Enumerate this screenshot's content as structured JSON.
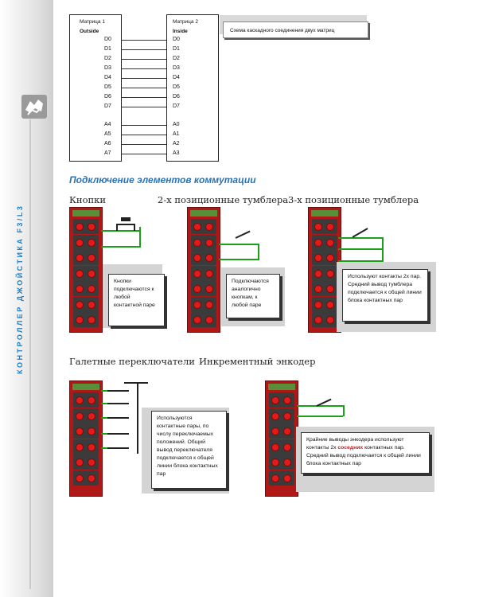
{
  "sidebar": {
    "title": "КОНТРОЛЛЕР ДЖОЙСТИКА F3/L3"
  },
  "matrix1": {
    "title": "Матрица 1",
    "subtitle": "Outside",
    "rows": [
      "D0",
      "D1",
      "D2",
      "D3",
      "D4",
      "D5",
      "D6",
      "D7",
      "A4",
      "A5",
      "A6",
      "A7"
    ]
  },
  "matrix2": {
    "title": "Матрица 2",
    "subtitle": "Inside",
    "rows": [
      "D0",
      "D1",
      "D2",
      "D3",
      "D4",
      "D5",
      "D6",
      "D7",
      "A0",
      "A1",
      "A2",
      "A3"
    ]
  },
  "caption": "Схема каскадного соединения двух матриц",
  "section_title": "Подключение элементов коммутации",
  "headings": {
    "buttons": "Кнопки",
    "toggle2": "2-х позиционные тумблера",
    "toggle3": "3-х позиционные тумблера",
    "rotary": "Галетные переключатели",
    "encoder": "Инкрементный энкодер"
  },
  "notes": {
    "buttons": "Кнопки подключаются к любой контактной паре",
    "toggle2": "Подключаются аналогично кнопкам, к любой паре",
    "toggle3": "Используют контакты 2х пар. Средний вывод тумблера подключается к общей линии блока контактных пар",
    "rotary": "Используются контактные пары, по числу переключаемых положений. Общий вывод переключателя подключается к общей линии блока контактных пар",
    "encoder_pre": "Крайние выводы энкодера используют контакты 2х ",
    "encoder_hl": "соседних",
    "encoder_post": " контактных пар. Средний вывод подключается к общей линии блока контактных пар"
  },
  "colors": {
    "accent_blue": "#2a72b4",
    "sidebar_text": "#1e7fc2",
    "board_red": "#b01818",
    "wire_green": "#19a119",
    "highlight_red": "#d01515"
  },
  "icons": {
    "logo": "controller-logo-icon"
  }
}
